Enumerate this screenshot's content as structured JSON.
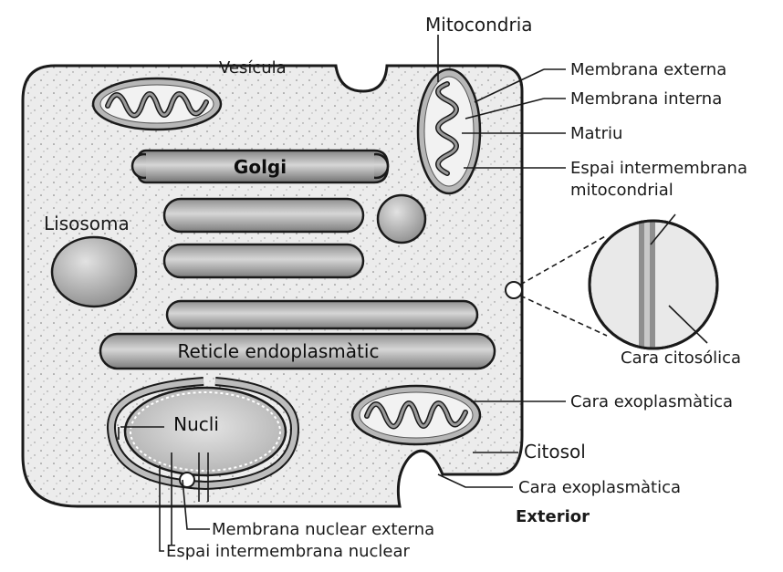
{
  "labels": {
    "vesicula": "Vesícula",
    "mitocondria": "Mitocondria",
    "membrana_externa": "Membrana externa",
    "membrana_interna": "Membrana interna",
    "matriu": "Matriu",
    "espai_intermembrana_line1": "Espai intermembrana",
    "espai_intermembrana_line2": "mitocondrial",
    "golgi": "Golgi",
    "lisosoma": "Lisosoma",
    "reticle": "Reticle endoplasmàtic",
    "nucli": "Nucli",
    "cara_citosolica": "Cara citosólica",
    "cara_exoplasmatica_1": "Cara exoplasmàtica",
    "citosol": "Citosol",
    "cara_exoplasmatica_2": "Cara exoplasmàtica",
    "exterior": "Exterior",
    "membrana_nuclear_externa": "Membrana nuclear externa",
    "espai_intermembrana_nuclear": "Espai intermembrana nuclear"
  },
  "colors": {
    "cell_fill": "#ececec",
    "organelle_fill": "#bdbdbd",
    "organelle_dark": "#8a8a8a",
    "outline": "#1a1a1a"
  }
}
